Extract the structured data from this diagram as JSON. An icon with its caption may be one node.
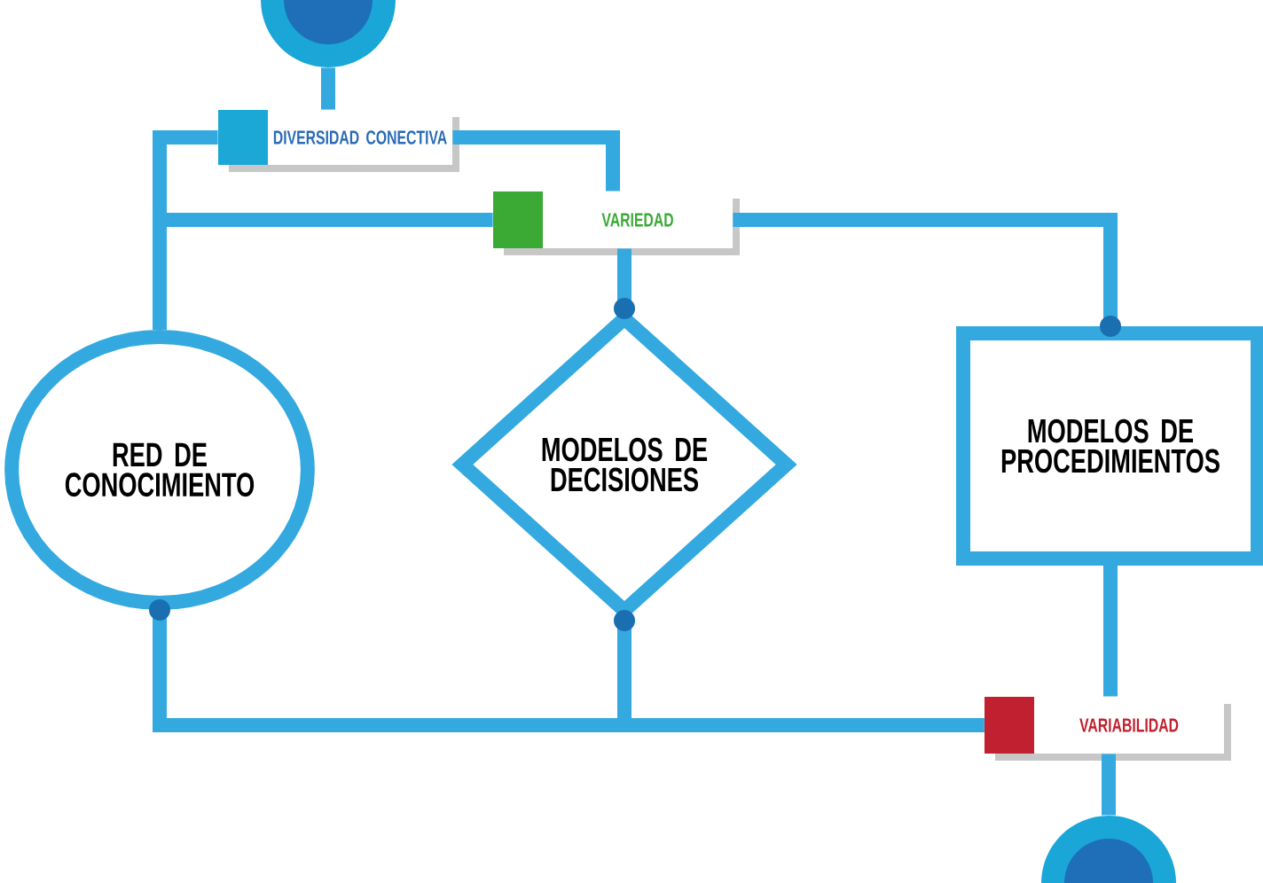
{
  "diagram": {
    "nodes": [
      {
        "text": [],
        "shape": "circle"
      },
      {
        "text": [
          "DIVERSIDAD CONECTIVA"
        ]
      },
      {
        "text": [
          "VARIEDAD"
        ]
      },
      {
        "text": [
          "RED DE CONOCIMIENTO"
        ]
      },
      {
        "text": [
          "MODELOS DE DECISIONES"
        ]
      },
      {
        "text": [
          "MODELOS DE PROCEDIMIENTOS"
        ]
      },
      {
        "text": [
          "VARIABILIDAD"
        ]
      },
      {
        "text": [],
        "shape": "circle"
      }
    ],
    "edges": [
      {
        "from": 0,
        "to": 1,
        "arrow": "none"
      },
      {
        "from": 1,
        "to": 3,
        "arrow": "none"
      },
      {
        "from": 1,
        "to": 2,
        "arrow": "none"
      },
      {
        "from": 2,
        "to": 3,
        "arrow": "none"
      },
      {
        "from": 2,
        "to": 4,
        "arrow": "other"
      },
      {
        "from": 2,
        "to": 5,
        "arrow": "other"
      },
      {
        "from": 6,
        "to": 3,
        "arrow": "other"
      },
      {
        "from": 6,
        "to": 4,
        "arrow": "other"
      },
      {
        "from": 5,
        "to": 6,
        "arrow": "none"
      },
      {
        "from": 6,
        "to": 7,
        "arrow": "none"
      }
    ]
  }
}
